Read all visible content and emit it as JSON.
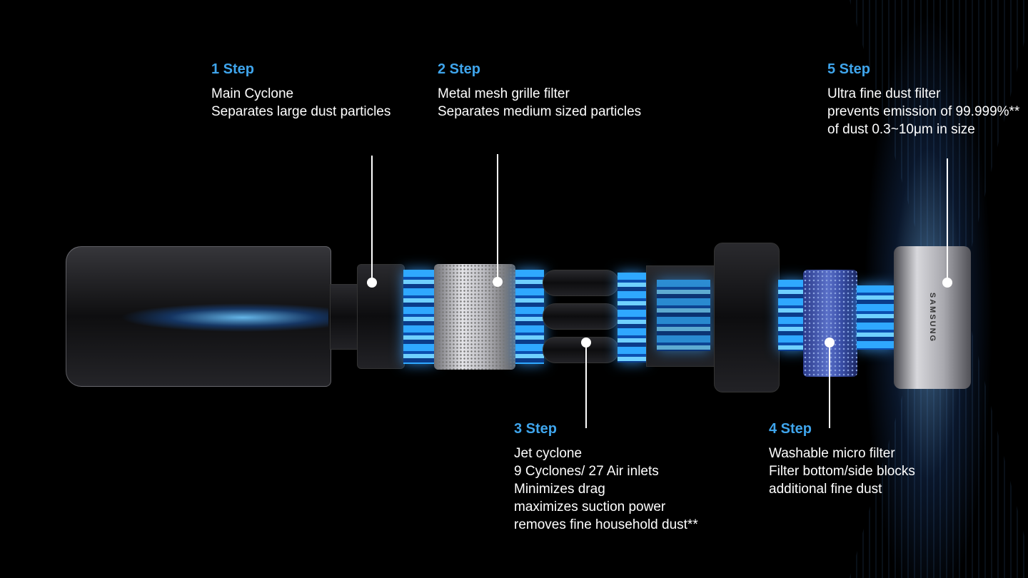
{
  "colors": {
    "step": "#3fa5ec",
    "background": "#000000",
    "glow": "#2fa8ff"
  },
  "brand_logo": "SAMSUNG",
  "steps": [
    {
      "label": "1 Step",
      "lines": [
        "Main Cyclone",
        "Separates large dust particles"
      ]
    },
    {
      "label": "2 Step",
      "lines": [
        "Metal mesh grille filter",
        "Separates medium sized particles"
      ]
    },
    {
      "label": "3 Step",
      "lines": [
        "Jet cyclone",
        "9 Cyclones/ 27 Air inlets",
        "Minimizes drag",
        "maximizes suction power",
        "removes fine household dust**"
      ]
    },
    {
      "label": "4 Step",
      "lines": [
        "Washable micro filter",
        "Filter bottom/side blocks",
        "additional fine dust"
      ]
    },
    {
      "label": "5 Step",
      "lines": [
        "Ultra fine dust filter",
        "prevents emission of 99.999%**",
        "of dust  0.3~10μm  in size"
      ]
    }
  ]
}
